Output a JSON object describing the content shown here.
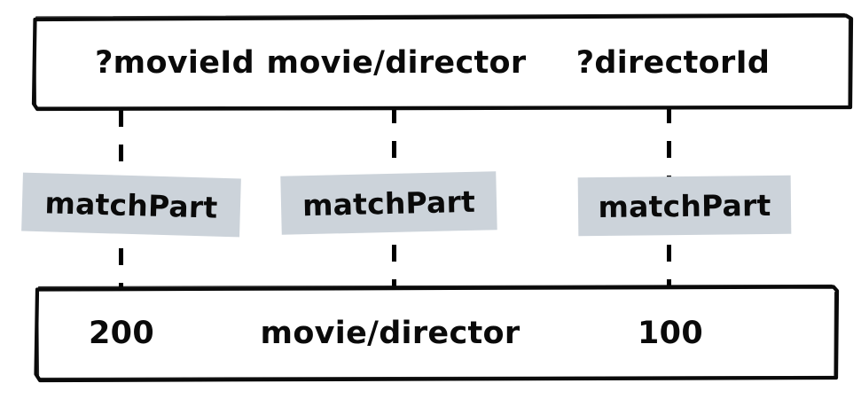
{
  "diagram": {
    "title": "matchPart triple pattern matching diagram",
    "style": "hand-drawn sketch",
    "colors": {
      "stroke": "#0a0a0a",
      "match_background": "#ccd3da",
      "canvas_background": "#ffffff"
    },
    "pattern_row": {
      "name": "query-triple-pattern",
      "cells": [
        {
          "label": "?movieId",
          "role": "subject-variable"
        },
        {
          "label": "movie/director",
          "role": "predicate-constant"
        },
        {
          "label": "?directorId",
          "role": "object-variable"
        }
      ]
    },
    "operators": [
      {
        "label": "matchPart",
        "column": "subject"
      },
      {
        "label": "matchPart",
        "column": "predicate"
      },
      {
        "label": "matchPart",
        "column": "object"
      }
    ],
    "data_row": {
      "name": "datom-tuple",
      "cells": [
        {
          "label": "200",
          "role": "entity-id"
        },
        {
          "label": "movie/director",
          "role": "attribute"
        },
        {
          "label": "100",
          "role": "value"
        }
      ]
    },
    "connectors": [
      {
        "name": "connector-subject"
      },
      {
        "name": "connector-predicate"
      },
      {
        "name": "connector-object"
      }
    ]
  }
}
